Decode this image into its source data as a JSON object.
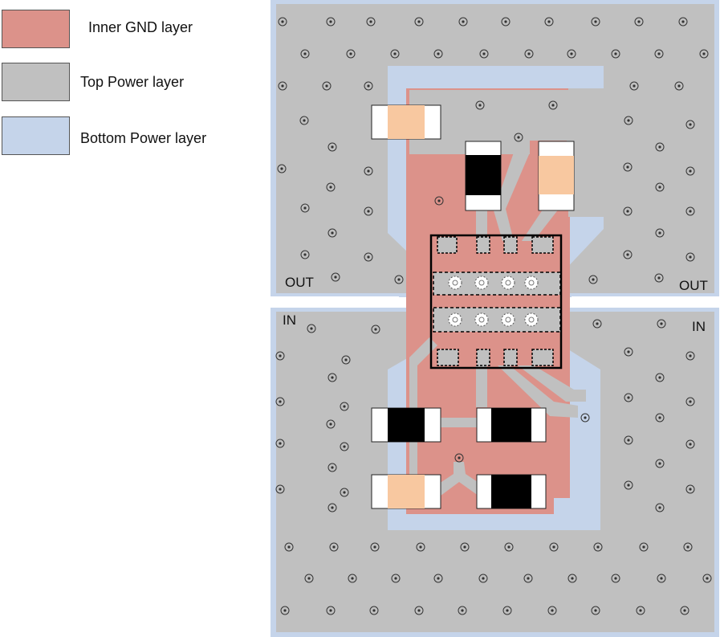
{
  "colors": {
    "inner_gnd": "#dc928a",
    "top_power": "#c0c0c0",
    "bottom_power": "#c5d4ea",
    "component_pad": "#ffffff",
    "component_black": "#000000",
    "component_orange": "#f8c8a0",
    "outline": "#222222"
  },
  "legend": {
    "inner_gnd": "Inner GND layer",
    "top_power": "Top Power layer",
    "bottom_power": "Bottom Power layer"
  },
  "board": {
    "out_left": "OUT",
    "out_right": "OUT",
    "in_left": "IN",
    "in_right": "IN"
  },
  "icons": {
    "via": "via-icon"
  }
}
